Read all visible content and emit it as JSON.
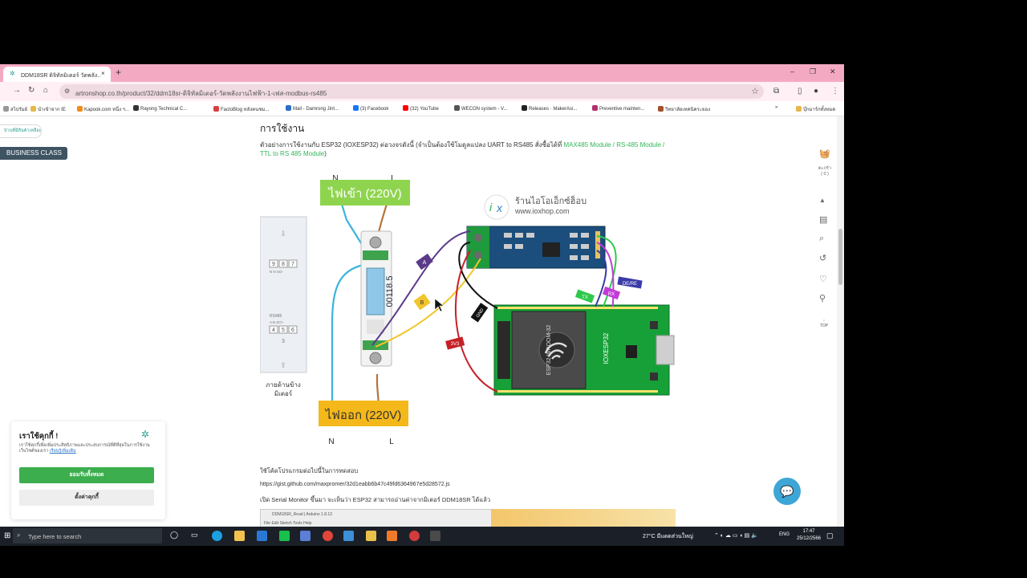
{
  "browser": {
    "tab_title": "DDM18SR ดิจิทัลมิเตอร์ วัดพลัง...",
    "tab_close": "×",
    "new_tab": "+",
    "url": "artronshop.co.th/product/32/ddm18sr-ดิจิทัลมิเตอร์-วัดพลังงานไฟฟ้า-1-เฟส-modbus-rs485"
  },
  "bookmarks": [
    {
      "label": "สไปรัมย์",
      "color": "#999999"
    },
    {
      "label": "นำเข้าจาก IE",
      "color": "#e6b84a"
    },
    {
      "label": "Kapook.com หนึ่ง ฯ...",
      "color": "#f28c1b"
    },
    {
      "label": "Rayong Technical C...",
      "color": "#333333"
    },
    {
      "label": "FactoBlog หลังคนชม...",
      "color": "#d94040"
    },
    {
      "label": "Mail - Damrong Jint...",
      "color": "#2d6fc8"
    },
    {
      "label": "(3) Facebook",
      "color": "#1877f2"
    },
    {
      "label": "(32) YouTube",
      "color": "#ff0000"
    },
    {
      "label": "WECON system - V...",
      "color": "#555555"
    },
    {
      "label": "Releases · MakerAsi...",
      "color": "#222222"
    },
    {
      "label": "Preventive mainten...",
      "color": "#b0306e"
    },
    {
      "label": "วิทยาลัยเทคนิคระยอง",
      "color": "#a0522d"
    },
    {
      "label": "บุ๊กมาร์กทั้งหมด",
      "color": "#e6b84a"
    }
  ],
  "page": {
    "side_note": "บ้านที่มีสินค้าเหลือแล้ว",
    "business_label": "BUSINESS CLASS",
    "section_title": "การใช้งาน",
    "intro_text": "ตัวอย่างการใช้งานกับ ESP32 (IOXESP32) ต่อวงจรดังนี้ (จำเป็นต้องใช้โมดูลแปลง UART to RS485 สั่งซื้อได้ที่ ",
    "intro_link": "MAX485 Module / RS-485 Module / TTL to RS 485 Module",
    "intro_end": ")",
    "para1": "ใช้โค้ดโปรแกรมต่อไปนี้ในการทดสอบ",
    "gist_url": "https://gist.github.com/maxpromer/32d1eabb6b47c49fd6364967e5d28572.js",
    "para2": "เปิด Serial Monitor ขึ้นมา จะเห็นว่า ESP32 สามารถอ่านค่าจากมิเตอร์ DDM18SR ได้แล้ว",
    "serial_title": "DDM18SR_Read | Arduino 1.8.13",
    "serial_menu": "File  Edit  Sketch  Tools  Help",
    "cart_label": "ตะกร้า",
    "cart_count": "( 0 )",
    "top_label": "TOP"
  },
  "diagram": {
    "label_n_top": "N",
    "label_l_top": "L",
    "label_in": "ไฟเข้า (220V)",
    "label_out": "ไฟออก (220V)",
    "label_n_bottom": "N",
    "label_l_bottom": "L",
    "meter_caption_1": "ภายด้านข้าง",
    "meter_caption_2": "มิเตอร์",
    "meter_display": "00118.5",
    "terminal_row1": [
      "9",
      "8",
      "7"
    ],
    "terminal_row2": [
      "4",
      "5",
      "6"
    ],
    "terminal_label1": "N  N  SO-",
    "terminal_label2": "A  B  SO+",
    "rs485": "RS485",
    "side_num": "3",
    "logo_line1": "ร้านไอโอเอ็กซ์ฮ็อบ",
    "logo_line2": "www.ioxhop.com",
    "wire_a": "A",
    "wire_b": "B",
    "wire_gnd": "GND",
    "wire_3v3": "3V3",
    "wire_tx": "TX",
    "wire_rx": "RX",
    "wire_de": "DE/RE",
    "esp_label": "ESP32-WROOM-32",
    "board_label": "IOXESP32"
  },
  "cookie": {
    "title": "เราใช้คุกกี้ !",
    "text": "เราใช้คุกกี้เพื่อเพิ่มประสิทธิภาพและประสบการณ์ที่ดีที่สุดในการใช้งานเว็บไซต์ของเรา ",
    "link": "เรียนรู้เพิ่มเติม",
    "accept": "ยอมรับทั้งหมด",
    "settings": "ตั้งค่าคุกกี้"
  },
  "taskbar": {
    "search_placeholder": "Type here to search",
    "weather": "27°C  มีแดดส่วนใหญ่",
    "lang": "ENG",
    "time": "17:47",
    "date": "25/12/2566"
  }
}
